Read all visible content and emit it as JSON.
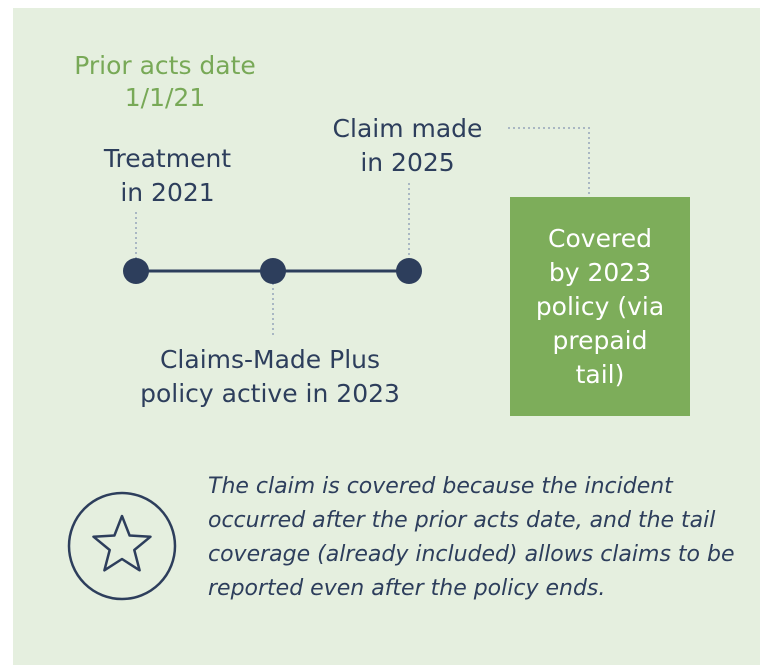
{
  "prior_acts": {
    "line1": "Prior acts date",
    "line2": "1/1/21"
  },
  "treatment": {
    "line1": "Treatment",
    "line2": "in 2021"
  },
  "claim": {
    "line1": "Claim made",
    "line2": "in 2025"
  },
  "policy": {
    "line1": "Claims-Made Plus",
    "line2": "policy active in 2023"
  },
  "covered_box": {
    "text": "Covered\nby 2023\npolicy (via\nprepaid\ntail)"
  },
  "note": {
    "text": "The claim is covered because the incident occurred after the prior acts date, and the tail coverage (already included) allows claims to be reported even after the policy ends."
  },
  "icons": {
    "note_icon": "star-icon"
  },
  "colors": {
    "background": "#e5efdf",
    "navy": "#2d3e5c",
    "green_text": "#78a957",
    "green_box": "#7dad5a",
    "connector": "#a9b7c3"
  }
}
